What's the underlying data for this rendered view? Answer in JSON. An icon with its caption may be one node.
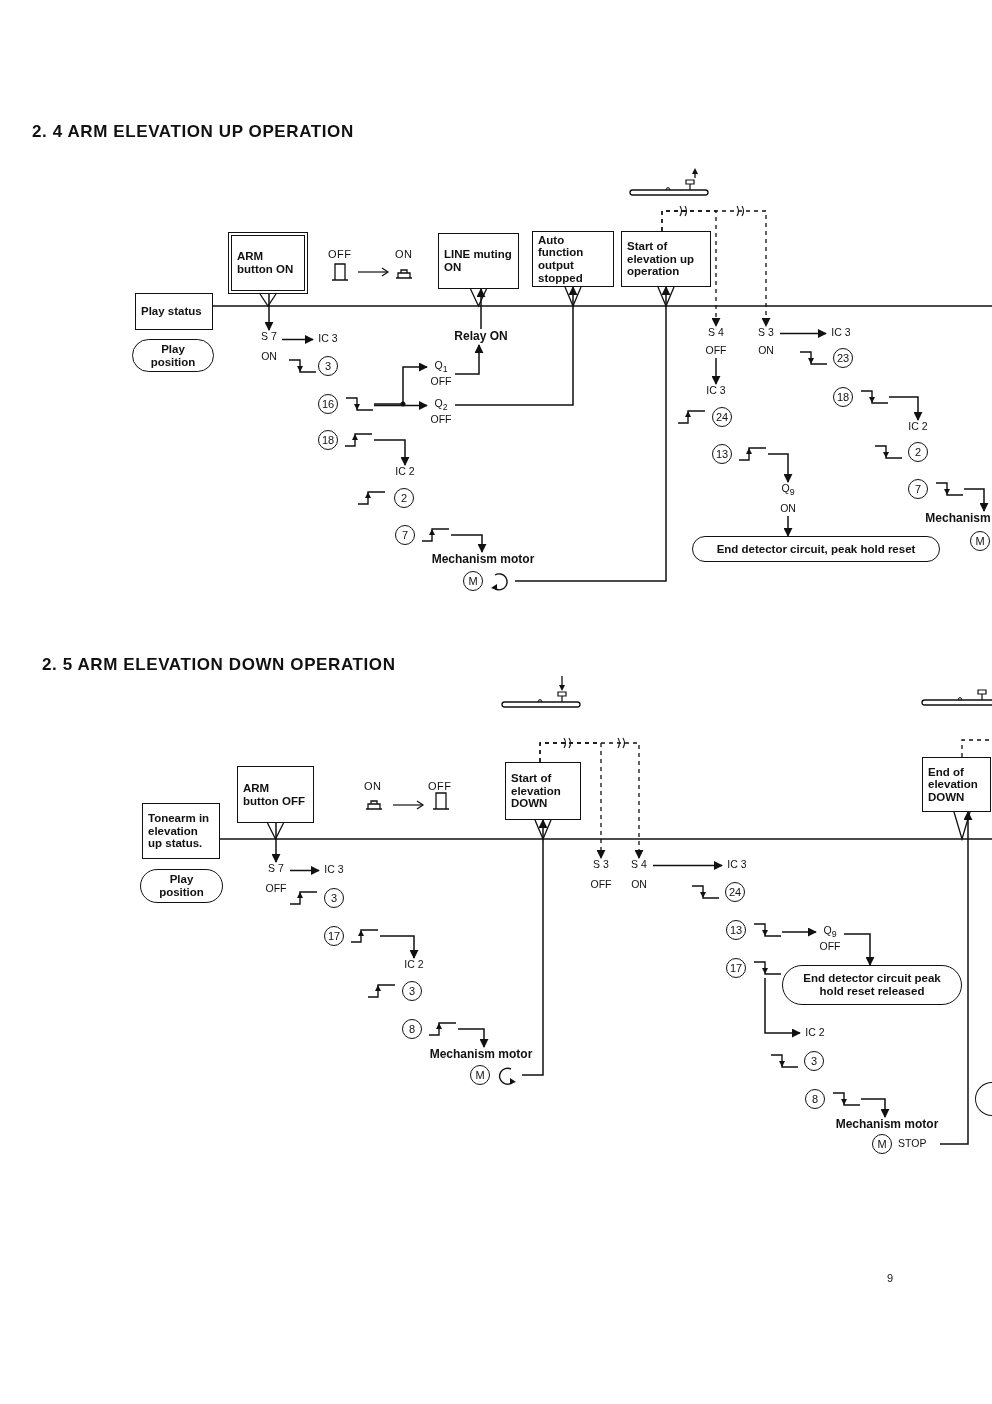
{
  "diagram": {
    "nodes": [
      {
        "text": [
          "Play status"
        ]
      },
      {
        "text": [
          "Play position"
        ]
      },
      {
        "text": [
          "ARM button ON"
        ]
      },
      {
        "text": [
          "LINE muting ON"
        ]
      },
      {
        "text": [
          "Auto function output stopped"
        ]
      },
      {
        "text": [
          "Start of elevation up operation"
        ]
      },
      {
        "text": [
          "S 7",
          "ON"
        ]
      },
      {
        "text": [
          "IC 3"
        ]
      },
      {
        "text": [
          "3"
        ]
      },
      {
        "text": [
          "16"
        ]
      },
      {
        "text": [
          "Q$_{1}$",
          "OFF"
        ]
      },
      {
        "text": [
          "Q$_{2}$",
          "OFF"
        ]
      },
      {
        "text": [
          "Relay ON"
        ]
      },
      {
        "text": [
          "18"
        ]
      },
      {
        "text": [
          "IC 2"
        ]
      },
      {
        "text": [
          "2"
        ]
      },
      {
        "text": [
          "7"
        ]
      },
      {
        "text": [
          "Mechanism motor"
        ]
      },
      {
        "text": [
          "M"
        ]
      },
      {
        "text": [
          "S 4",
          "OFF"
        ]
      },
      {
        "text": [
          "S 3",
          "ON"
        ]
      },
      {
        "text": [
          "IC 3"
        ]
      },
      {
        "text": [
          "23"
        ]
      },
      {
        "text": [
          "IC 3"
        ]
      },
      {
        "text": [
          "24"
        ]
      },
      {
        "text": [
          "18"
        ]
      },
      {
        "text": [
          "13"
        ]
      },
      {
        "text": [
          "IC 2"
        ]
      },
      {
        "text": [
          "2"
        ]
      },
      {
        "text": [
          "Q$_{9}$",
          "ON"
        ]
      },
      {
        "text": [
          "7"
        ]
      },
      {
        "text": [
          "End detector circuit, peak hold reset"
        ]
      },
      {
        "text": [
          "Mechanism"
        ]
      },
      {
        "text": [
          "M"
        ]
      },
      {
        "text": [
          "Tonearm in elevation up status."
        ]
      },
      {
        "text": [
          "Play position"
        ]
      },
      {
        "text": [
          "ARM button OFF"
        ]
      },
      {
        "text": [
          "Start of elevation DOWN"
        ]
      },
      {
        "text": [
          "End of elevation DOWN"
        ]
      },
      {
        "text": [
          "S 7",
          "OFF"
        ]
      },
      {
        "text": [
          "IC 3"
        ]
      },
      {
        "text": [
          "3"
        ]
      },
      {
        "text": [
          "17"
        ]
      },
      {
        "text": [
          "IC 2"
        ]
      },
      {
        "text": [
          "3"
        ]
      },
      {
        "text": [
          "8"
        ]
      },
      {
        "text": [
          "Mechanism motor"
        ]
      },
      {
        "text": [
          "M"
        ]
      },
      {
        "text": [
          "S 3",
          "OFF"
        ]
      },
      {
        "text": [
          "S 4",
          "ON"
        ]
      },
      {
        "text": [
          "IC 3"
        ]
      },
      {
        "text": [
          "24"
        ]
      },
      {
        "text": [
          "13"
        ]
      },
      {
        "text": [
          "Q$_{9}$",
          "OFF"
        ]
      },
      {
        "text": [
          "17"
        ]
      },
      {
        "text": [
          "End detector circuit peak hold reset released"
        ]
      },
      {
        "text": [
          "IC 2"
        ]
      },
      {
        "text": [
          "3"
        ]
      },
      {
        "text": [
          "8"
        ]
      },
      {
        "text": [
          "Mechanism motor"
        ]
      },
      {
        "text": [
          "M"
        ],
        "beside": [
          "STOP"
        ]
      },
      {
        "text": [],
        "shape": "box"
      }
    ],
    "edges": [
      {
        "from": 2,
        "to": 6,
        "arrow": "to"
      },
      {
        "from": 6,
        "to": 7,
        "arrow": "to"
      },
      {
        "from": 10,
        "to": 12,
        "arrow": "to"
      },
      {
        "from": 12,
        "to": 3,
        "arrow": "to"
      },
      {
        "from": 11,
        "to": 4,
        "arrow": "to"
      },
      {
        "from": 18,
        "to": 5,
        "arrow": "to"
      },
      {
        "from": 5,
        "to": 19,
        "arrow": "to",
        "style": "dashed"
      },
      {
        "from": 5,
        "to": 20,
        "arrow": "to",
        "style": "dashed"
      },
      {
        "from": 20,
        "to": 21,
        "arrow": "to"
      },
      {
        "from": 19,
        "to": 23,
        "arrow": "to"
      },
      {
        "from": 29,
        "to": 31,
        "arrow": "to"
      },
      {
        "from": 9,
        "to": 10,
        "arrow": "to"
      },
      {
        "from": 9,
        "to": 11,
        "arrow": "to"
      },
      {
        "from": 13,
        "to": 14,
        "arrow": "to"
      },
      {
        "from": 16,
        "to": 17,
        "arrow": "to"
      },
      {
        "from": 26,
        "to": 29,
        "arrow": "to"
      },
      {
        "from": 25,
        "to": 27,
        "arrow": "to"
      },
      {
        "from": 30,
        "to": 32,
        "arrow": "to"
      },
      {
        "from": 36,
        "to": 39,
        "arrow": "to"
      },
      {
        "from": 39,
        "to": 40,
        "arrow": "to"
      },
      {
        "from": 42,
        "to": 43,
        "arrow": "to"
      },
      {
        "from": 45,
        "to": 46,
        "arrow": "to"
      },
      {
        "from": 47,
        "to": 37,
        "arrow": "to"
      },
      {
        "from": 37,
        "to": 48,
        "arrow": "to",
        "style": "dashed"
      },
      {
        "from": 37,
        "to": 49,
        "arrow": "to",
        "style": "dashed"
      },
      {
        "from": 49,
        "to": 50,
        "arrow": "to"
      },
      {
        "from": 52,
        "to": 53,
        "arrow": "to"
      },
      {
        "from": 53,
        "to": 55,
        "arrow": "to"
      },
      {
        "from": 54,
        "to": 56,
        "arrow": "to"
      },
      {
        "from": 58,
        "to": 59,
        "arrow": "to"
      },
      {
        "from": 60,
        "to": 38,
        "arrow": "to"
      }
    ],
    "labels": [
      "2. 4 ARM ELEVATION UP OPERATION",
      "OFF",
      "ON",
      "2. 5 ARM ELEVATION DOWN OPERATION",
      "ON",
      "OFF",
      "9"
    ]
  }
}
